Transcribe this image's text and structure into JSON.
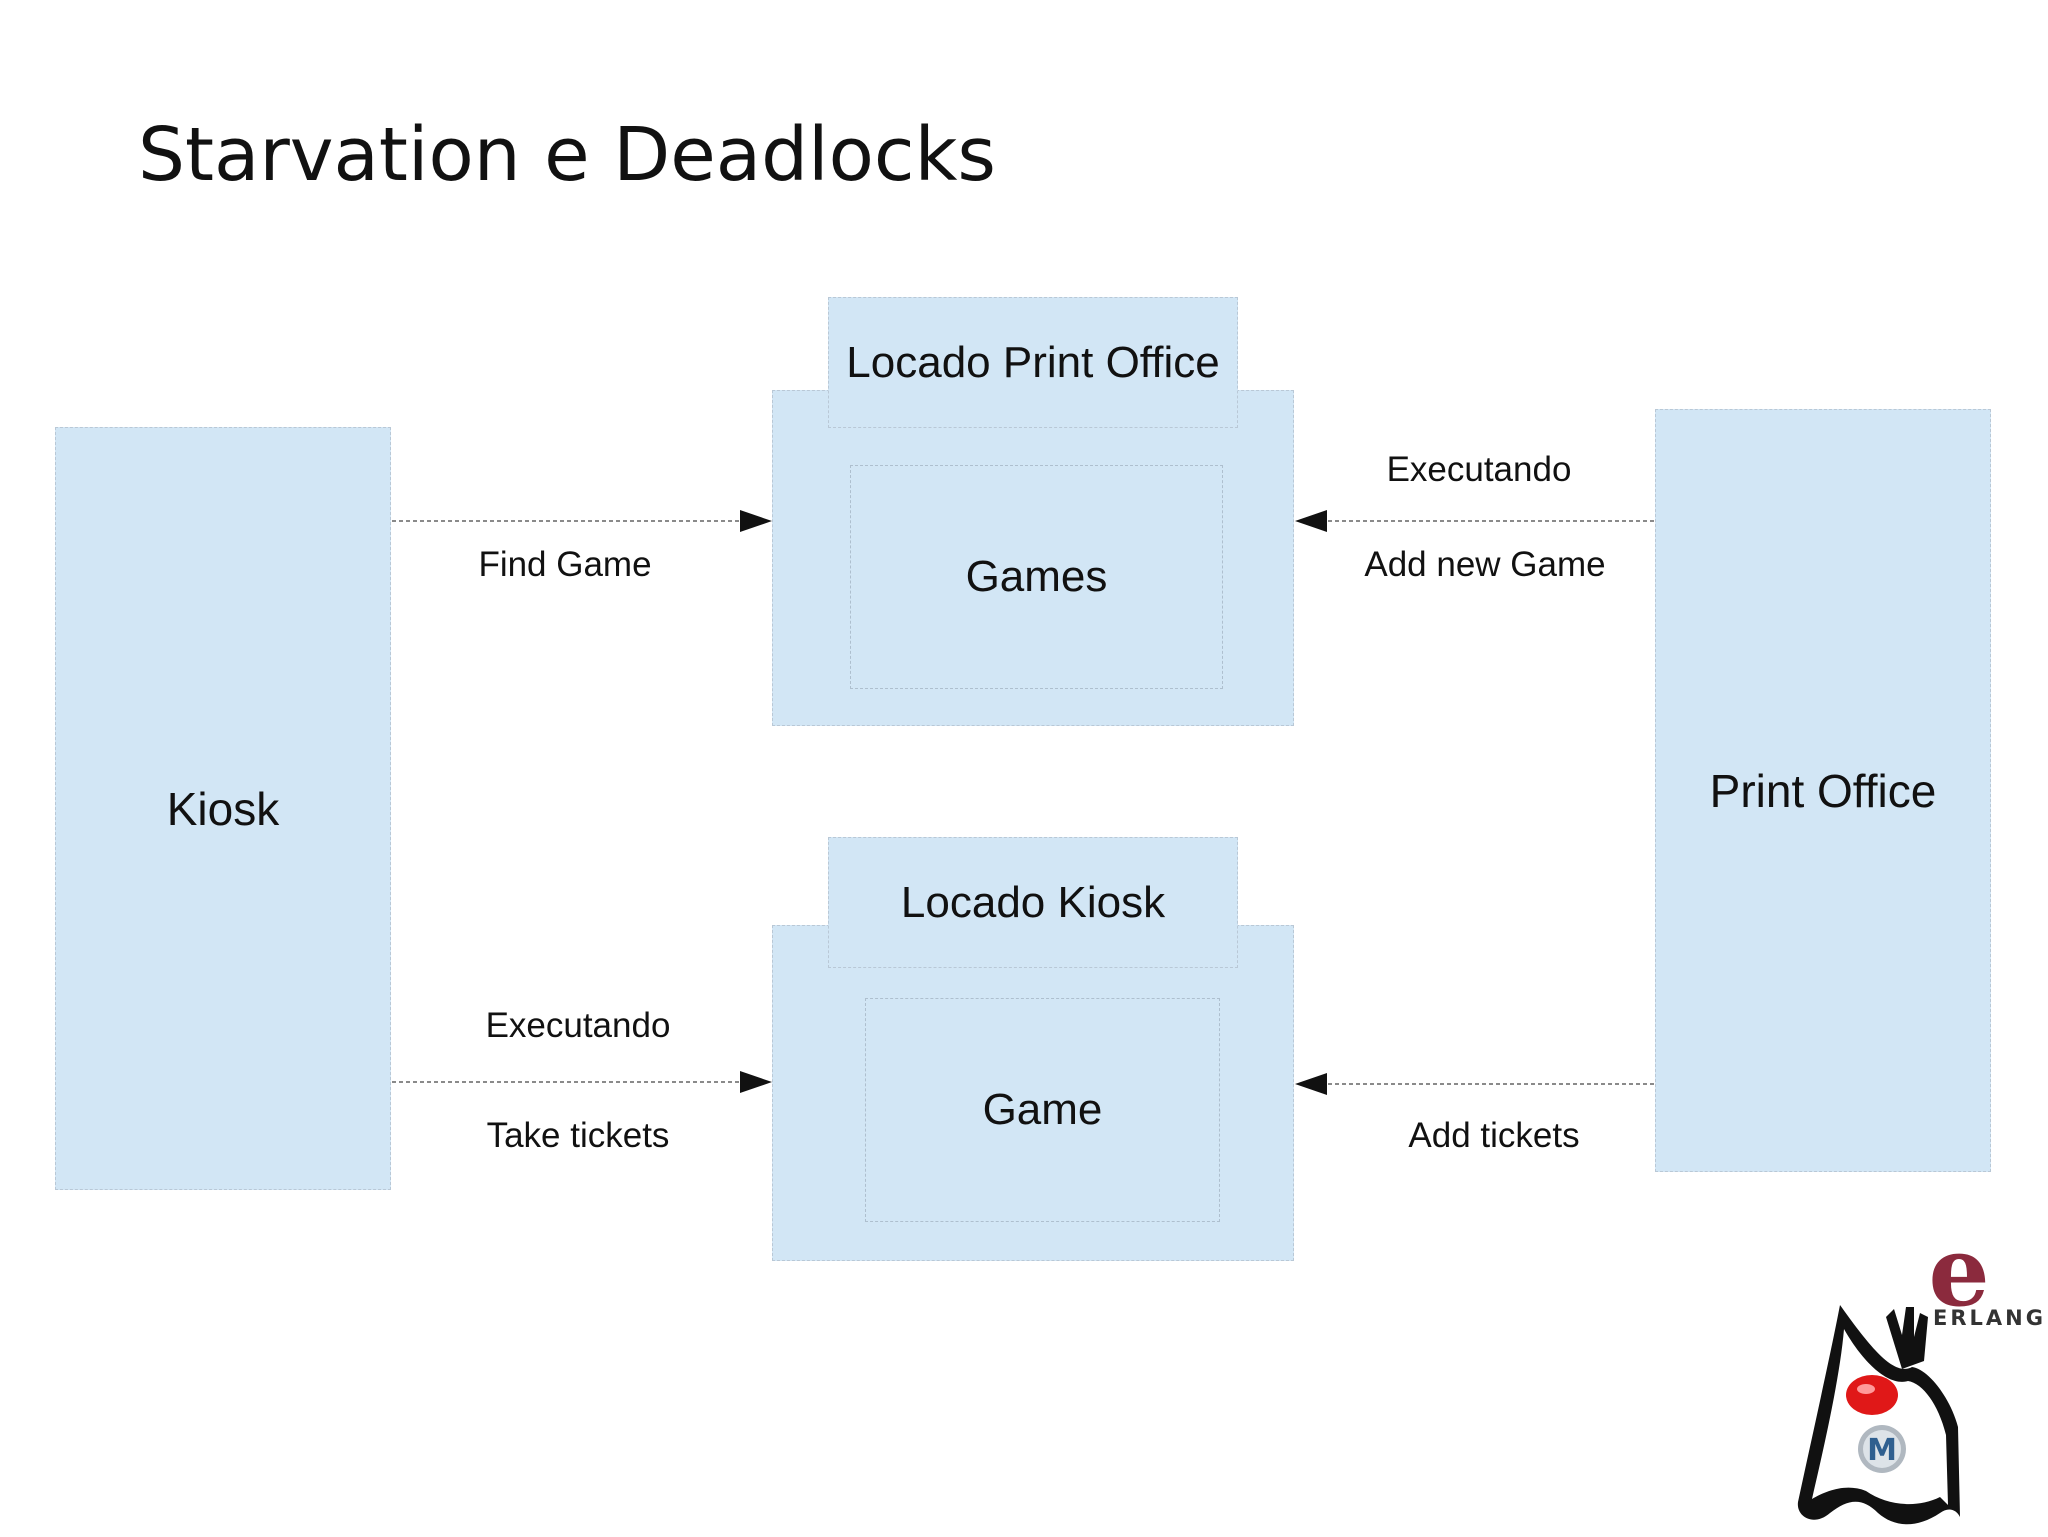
{
  "slide": {
    "title": "Starvation e Deadlocks"
  },
  "nodes": {
    "kiosk": "Kiosk",
    "print_office": "Print Office",
    "locado_print_office": "Locado Print Office",
    "games": "Games",
    "locado_kiosk": "Locado Kiosk",
    "game": "Game"
  },
  "edges": {
    "find_game": "Find Game",
    "executando_top": "Executando",
    "add_new_game": "Add new Game",
    "executando_bottom": "Executando",
    "take_tickets": "Take tickets",
    "add_tickets": "Add tickets"
  },
  "logos": {
    "erlang": "ERLANG",
    "erlang_mark": "e",
    "badge": "M"
  },
  "colors": {
    "box_fill": "#d2e6f5",
    "dashed_border": "#b9c8d6",
    "connector": "#888888",
    "arrowhead": "#111111",
    "erlang_red": "#8b2a3d",
    "duke_red": "#e01818"
  }
}
